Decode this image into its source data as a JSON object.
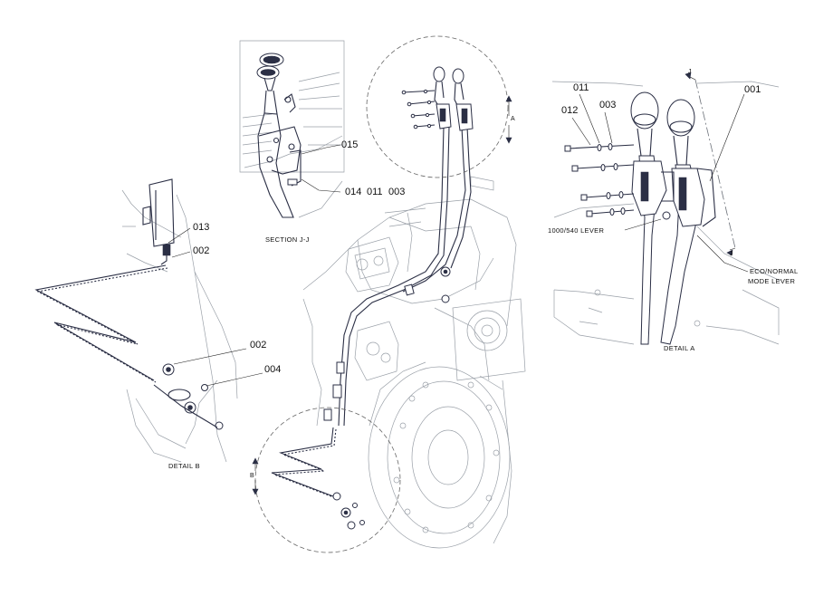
{
  "labels": {
    "section_jj": "SECTION J-J",
    "detail_a": "DETAIL  A",
    "detail_b": "DETAIL  B",
    "lever_1000_540": "1000/540 LEVER",
    "eco_normal_line1": "ECO/NORMAL",
    "eco_normal_line2": "MODE LEVER"
  },
  "callouts": {
    "p001": "001",
    "p002a": "002",
    "p002b": "002",
    "p003a": "003",
    "p003b": "003",
    "p004": "004",
    "p011a": "011",
    "p011b": "011",
    "p012": "012",
    "p013": "013",
    "p014": "014",
    "p015": "015"
  },
  "view_markers": {
    "a": "A",
    "b": "B",
    "j_top": "J",
    "j_bottom": "J"
  },
  "colors": {
    "part_stroke": "#2b2f45",
    "background_lines": "#9aa0a8"
  }
}
